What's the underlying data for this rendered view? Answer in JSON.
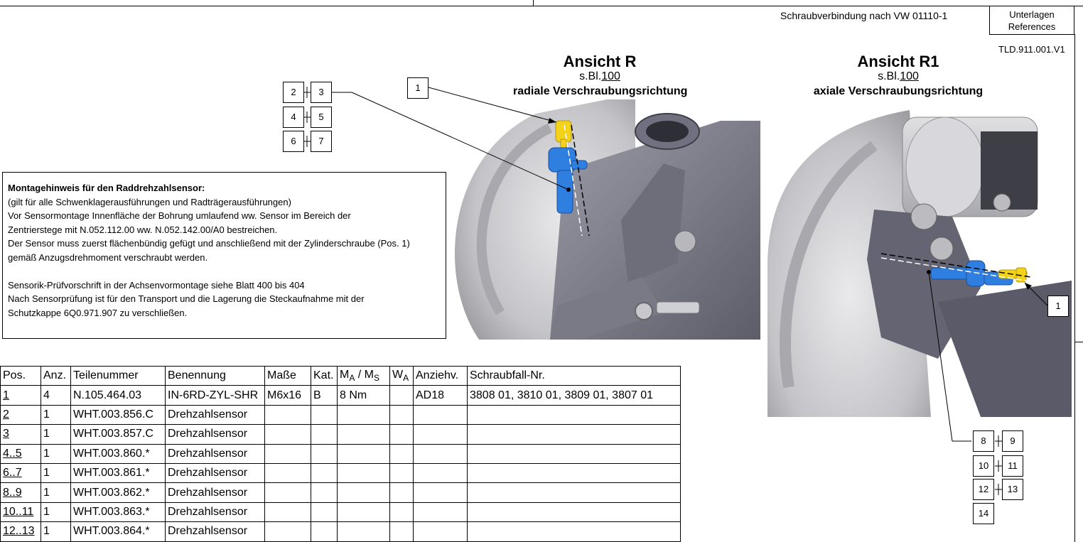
{
  "header": {
    "standard_text": "Schraubverbindung nach  VW 01110-1",
    "ref_line1": "Unterlagen",
    "ref_line2": "References",
    "doc_code": "TLD.911.001.V1"
  },
  "view_r": {
    "title": "Ansicht R",
    "sheet_prefix": "s.Bl.",
    "sheet_no": "100",
    "direction": "radiale Verschraubungsrichtung"
  },
  "view_r1": {
    "title": "Ansicht R1",
    "sheet_prefix": "s.Bl.",
    "sheet_no": "100",
    "direction": "axiale Verschraubungsrichtung"
  },
  "callouts_left": [
    "1",
    "2",
    "3",
    "4",
    "5",
    "6",
    "7"
  ],
  "callouts_right": [
    "1",
    "8",
    "9",
    "10",
    "11",
    "12",
    "13",
    "14"
  ],
  "note": {
    "title": "Montagehinweis für den Raddrehzahlsensor:",
    "lines": [
      "(gilt für alle Schwenklagerausführungen und Radträgerausführungen)",
      "Vor Sensormontage Innenfläche der Bohrung umlaufend ww. Sensor im Bereich der",
      "Zentrierstege mit N.052.112.00 ww. N.052.142.00/A0 bestreichen.",
      "Der Sensor muss zuerst flächenbündig gefügt und anschließend mit der Zylinderschraube (Pos. 1)",
      "gemäß Anzugsdrehmoment verschraubt werden.",
      "",
      "Sensorik-Prüfvorschrift in der Achsenvormontage siehe Blatt 400 bis 404",
      "Nach Sensorprüfung ist für den Transport und die Lagerung die Steckaufnahme mit der",
      "Schutzkappe 6Q0.971.907 zu verschließen."
    ]
  },
  "table": {
    "headers": {
      "pos": "Pos.",
      "anz": "Anz.",
      "teil": "Teilenummer",
      "ben": "Benennung",
      "mass": "Maße",
      "kat": "Kat.",
      "ma_m": "M",
      "ma_a": "A",
      "ma_sep": " / M",
      "ma_s": "S",
      "wa_w": "W",
      "wa_a": "A",
      "anz_v": "Anziehv.",
      "fall": "Schraubfall-Nr."
    },
    "rows": [
      {
        "pos": "1",
        "anz": "4",
        "teil": "N.105.464.03",
        "ben": "IN-6RD-ZYL-SHR",
        "mass": "M6x16",
        "kat": "B",
        "ma": "8 Nm",
        "wa": "",
        "anz_v": "AD18",
        "fall": "3808 01, 3810 01, 3809 01, 3807 01"
      },
      {
        "pos": "2",
        "anz": "1",
        "teil": "WHT.003.856.C",
        "ben": "Drehzahlsensor",
        "mass": "",
        "kat": "",
        "ma": "",
        "wa": "",
        "anz_v": "",
        "fall": ""
      },
      {
        "pos": "3",
        "anz": "1",
        "teil": "WHT.003.857.C",
        "ben": "Drehzahlsensor",
        "mass": "",
        "kat": "",
        "ma": "",
        "wa": "",
        "anz_v": "",
        "fall": ""
      },
      {
        "pos": "4..5",
        "anz": "1",
        "teil": "WHT.003.860.*",
        "ben": "Drehzahlsensor",
        "mass": "",
        "kat": "",
        "ma": "",
        "wa": "",
        "anz_v": "",
        "fall": ""
      },
      {
        "pos": "6..7",
        "anz": "1",
        "teil": "WHT.003.861.*",
        "ben": "Drehzahlsensor",
        "mass": "",
        "kat": "",
        "ma": "",
        "wa": "",
        "anz_v": "",
        "fall": ""
      },
      {
        "pos": "8..9",
        "anz": "1",
        "teil": "WHT.003.862.*",
        "ben": "Drehzahlsensor",
        "mass": "",
        "kat": "",
        "ma": "",
        "wa": "",
        "anz_v": "",
        "fall": ""
      },
      {
        "pos": "10..11",
        "anz": "1",
        "teil": "WHT.003.863.*",
        "ben": "Drehzahlsensor",
        "mass": "",
        "kat": "",
        "ma": "",
        "wa": "",
        "anz_v": "",
        "fall": ""
      },
      {
        "pos": "12..13",
        "anz": "1",
        "teil": "WHT.003.864.*",
        "ben": "Drehzahlsensor",
        "mass": "",
        "kat": "",
        "ma": "",
        "wa": "",
        "anz_v": "",
        "fall": ""
      }
    ]
  },
  "colors": {
    "part_gray": "#8e8e96",
    "sensor_blue": "#2f7fe0",
    "bolt_yellow": "#f2d21a"
  }
}
